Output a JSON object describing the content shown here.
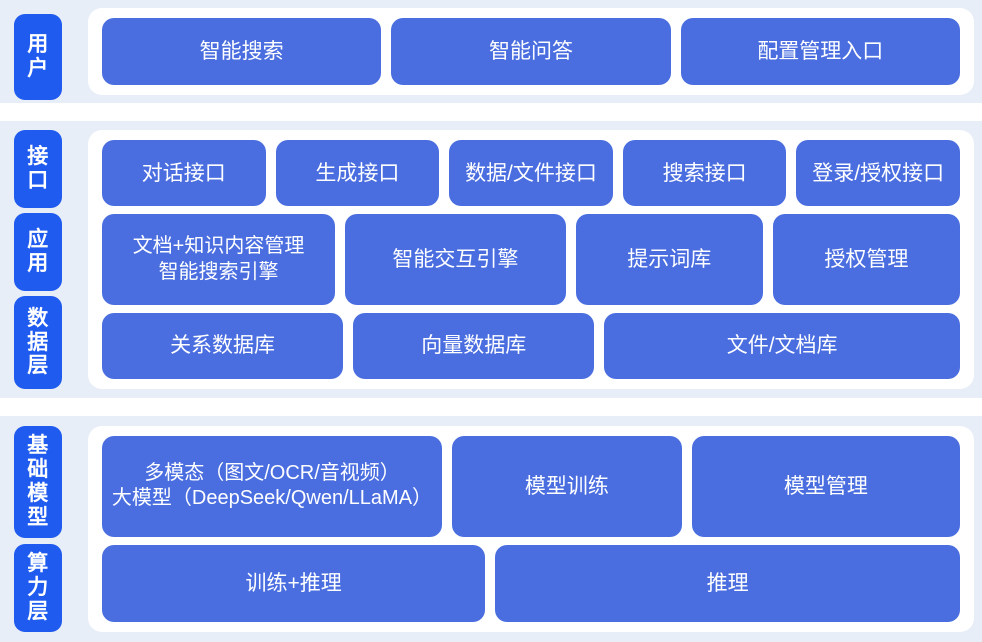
{
  "colors": {
    "page_background": "#e8eef7",
    "panel_background": "#ffffff",
    "tab_blue": "#1f5bef",
    "node_blue": "#4a6ee0",
    "text_on_blue": "#ffffff"
  },
  "sections": {
    "user": {
      "tabs": [
        {
          "name": "user",
          "label": "用户",
          "chars": [
            "用",
            "户"
          ]
        }
      ],
      "rows": [
        {
          "name": "user-entry-row",
          "nodes": [
            {
              "name": "node-intelligent-search",
              "lines": [
                "智能搜索"
              ],
              "flex": 1
            },
            {
              "name": "node-intelligent-qa",
              "lines": [
                "智能问答"
              ],
              "flex": 1
            },
            {
              "name": "node-config-management-entry",
              "lines": [
                "配置管理入口"
              ],
              "flex": 1
            }
          ]
        }
      ]
    },
    "middle": {
      "tabs": [
        {
          "name": "interface",
          "label": "接口",
          "chars": [
            "接",
            "口"
          ]
        },
        {
          "name": "application",
          "label": "应用",
          "chars": [
            "应",
            "用"
          ]
        },
        {
          "name": "datalayer",
          "label": "数据层",
          "chars": [
            "数",
            "据",
            "层"
          ]
        }
      ],
      "rows": [
        {
          "name": "interface-row",
          "nodes": [
            {
              "name": "node-dialog-api",
              "lines": [
                "对话接口"
              ],
              "flex": 1
            },
            {
              "name": "node-generation-api",
              "lines": [
                "生成接口"
              ],
              "flex": 1
            },
            {
              "name": "node-data-file-api",
              "lines": [
                "数据/文件接口"
              ],
              "flex": 1
            },
            {
              "name": "node-search-api",
              "lines": [
                "搜索接口"
              ],
              "flex": 1
            },
            {
              "name": "node-login-auth-api",
              "lines": [
                "登录/授权接口"
              ],
              "flex": 1
            }
          ]
        },
        {
          "name": "application-row",
          "nodes": [
            {
              "name": "node-doc-knowledge-management",
              "lines": [
                "文档+知识内容管理",
                "智能搜索引擎"
              ],
              "flex": 1.06
            },
            {
              "name": "node-interaction-engine",
              "lines": [
                "智能交互引擎"
              ],
              "flex": 1
            },
            {
              "name": "node-prompt-library",
              "lines": [
                "提示词库"
              ],
              "flex": 0.84
            },
            {
              "name": "node-auth-management",
              "lines": [
                "授权管理"
              ],
              "flex": 0.84
            }
          ]
        },
        {
          "name": "data-row",
          "nodes": [
            {
              "name": "node-relational-database",
              "lines": [
                "关系数据库"
              ],
              "flex": 1
            },
            {
              "name": "node-vector-database",
              "lines": [
                "向量数据库"
              ],
              "flex": 1
            },
            {
              "name": "node-file-document-store",
              "lines": [
                "文件/文档库"
              ],
              "flex": 1.5
            }
          ]
        }
      ]
    },
    "base": {
      "tabs": [
        {
          "name": "foundation-model",
          "label": "基础模型",
          "chars": [
            "基",
            "础",
            "模",
            "型"
          ]
        },
        {
          "name": "compute-layer",
          "label": "算力层",
          "chars": [
            "算",
            "力",
            "层"
          ]
        }
      ],
      "rows": [
        {
          "name": "model-row",
          "nodes": [
            {
              "name": "node-multimodal-large-model",
              "lines": [
                "多模态（图文/OCR/音视频）",
                "大模型（DeepSeek/Qwen/LLaMA）"
              ],
              "flex": 1.28
            },
            {
              "name": "node-model-training",
              "lines": [
                "模型训练"
              ],
              "flex": 0.85
            },
            {
              "name": "node-model-management",
              "lines": [
                "模型管理"
              ],
              "flex": 1
            }
          ]
        },
        {
          "name": "compute-row",
          "nodes": [
            {
              "name": "node-training-inference",
              "lines": [
                "训练+推理"
              ],
              "flex": 1
            },
            {
              "name": "node-inference",
              "lines": [
                "推理"
              ],
              "flex": 1.22
            }
          ]
        }
      ]
    }
  }
}
